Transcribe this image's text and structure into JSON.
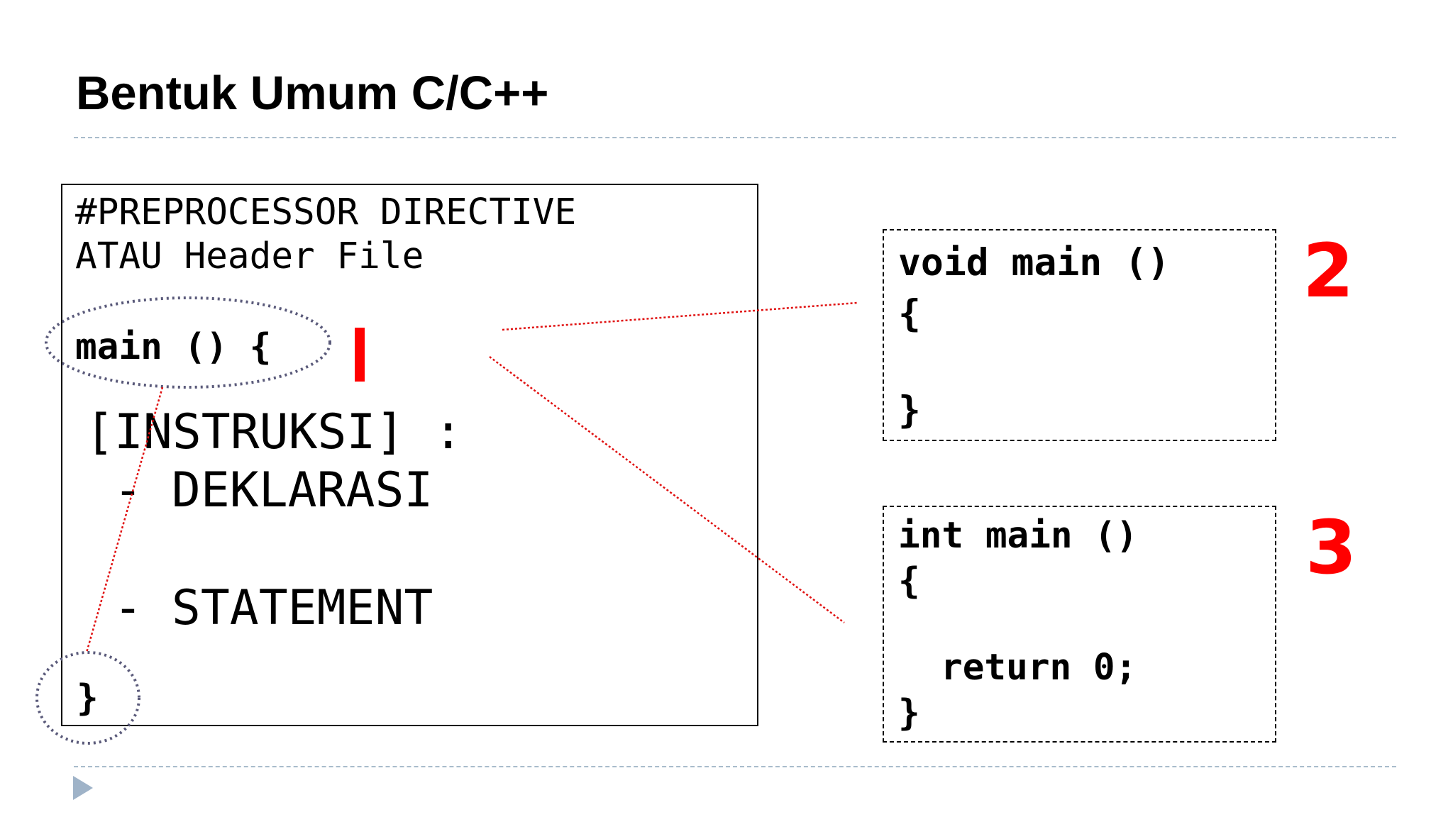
{
  "slide": {
    "title": "Bentuk Umum C/C++"
  },
  "general_form": {
    "preprocessor_line_1": "#PREPROCESSOR DIRECTIVE",
    "preprocessor_line_2": "ATAU Header File",
    "main_signature": "main () {",
    "instructions_label": "[INSTRUKSI] :",
    "declaration_item": "- DEKLARASI",
    "statement_item": "- STATEMENT",
    "closing_brace": "}"
  },
  "variant_2": {
    "number": "2",
    "code_line_1": "void main ()",
    "code_line_2": "{",
    "code_line_3": "}"
  },
  "variant_3": {
    "number": "3",
    "code_line_1": "int main ()",
    "code_line_2": "{",
    "code_line_3": "return 0;",
    "code_line_4": "}"
  },
  "colors": {
    "accent_red": "#ff0000",
    "rule_blue_gray": "#a9bccb",
    "ellipse_dots": "#5a5a7a"
  }
}
